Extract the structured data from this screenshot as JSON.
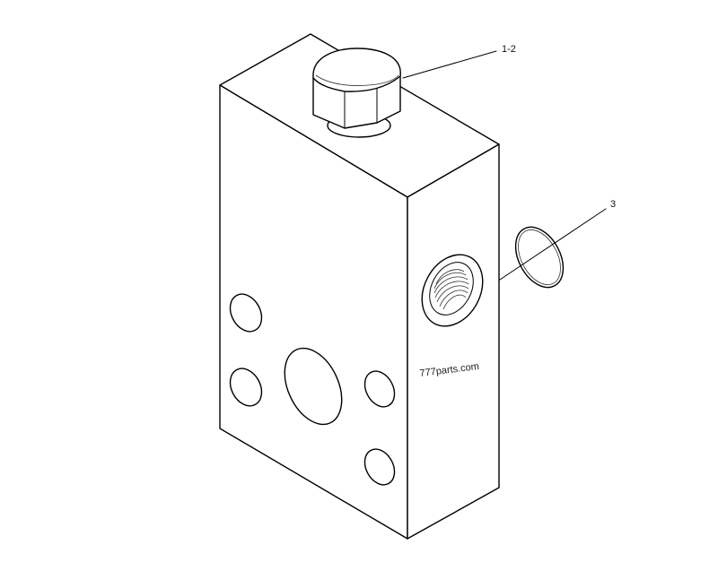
{
  "diagram": {
    "callouts": [
      {
        "label": "1-2",
        "part": "plug"
      },
      {
        "label": "3",
        "part": "o-ring"
      }
    ],
    "watermark": "777parts.com",
    "line_color": "#000000",
    "background_color": "#ffffff"
  }
}
